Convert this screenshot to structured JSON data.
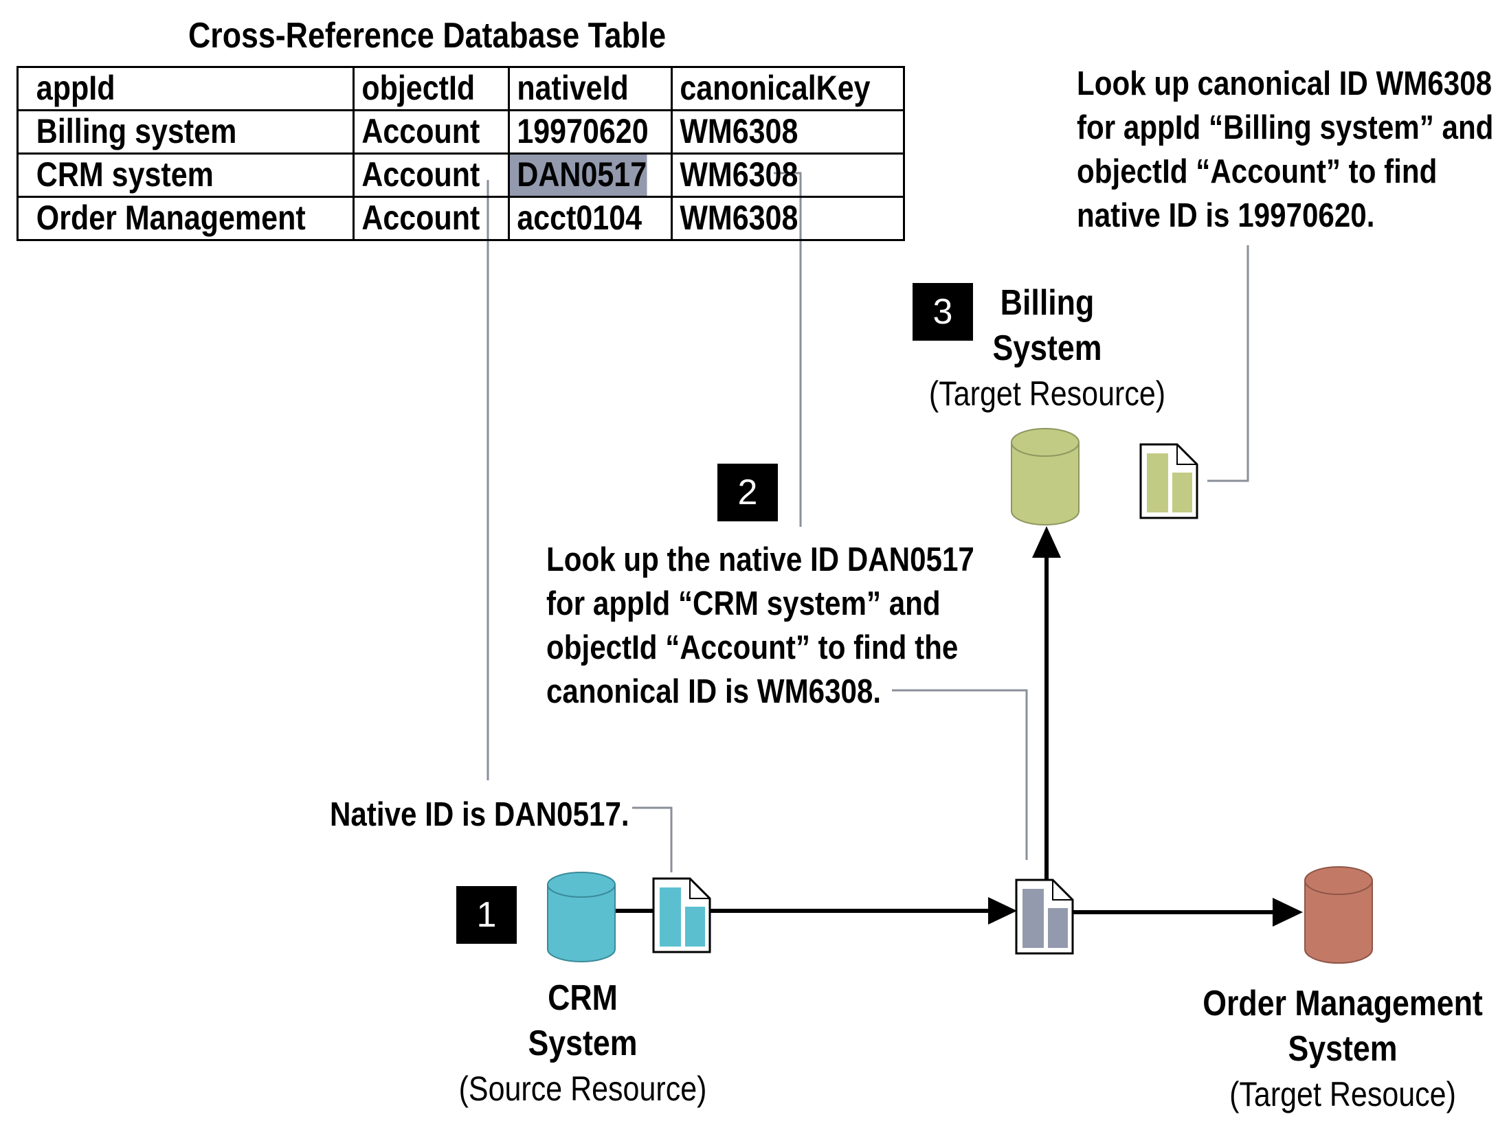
{
  "table": {
    "title": "Cross-Reference Database Table",
    "headers": [
      "appId",
      "objectId",
      "nativeId",
      "canonicalKey"
    ],
    "rows": [
      [
        "Billing system",
        "Account",
        "19970620",
        "WM6308"
      ],
      [
        "CRM system",
        "Account",
        "DAN0517",
        "WM6308"
      ],
      [
        "Order Management",
        "Account",
        "acct0104",
        "WM6308"
      ]
    ],
    "highlight_color": "#939aae"
  },
  "steps": [
    {
      "number": "1",
      "callout": "Native ID is DAN0517."
    },
    {
      "number": "2",
      "callout_lines": [
        "Look up the native ID DAN0517",
        "for appId “CRM system” and",
        "objectId “Account” to find the",
        "canonical ID is WM6308."
      ]
    },
    {
      "number": "3",
      "callout_lines": [
        "Look up canonical ID WM6308",
        "for appId “Billing system” and",
        "objectId “Account” to find",
        "native ID is 19970620."
      ]
    }
  ],
  "resources": {
    "crm": {
      "lines": [
        "CRM",
        "System"
      ],
      "role": "(Source Resource)",
      "color": "#5bbfd0"
    },
    "billing": {
      "lines": [
        "Billing",
        "System"
      ],
      "role": "(Target Resource)",
      "color": "#c2cb83"
    },
    "order": {
      "lines": [
        "Order Management",
        "System"
      ],
      "role": "(Target Resouce)",
      "color": "#c27a67"
    }
  },
  "document_colors": {
    "crm": "#5bbfd0",
    "billing": "#c2cb83",
    "canonical": "#939aae"
  },
  "icons": [
    "database-icon",
    "document-icon",
    "arrow-icon"
  ]
}
